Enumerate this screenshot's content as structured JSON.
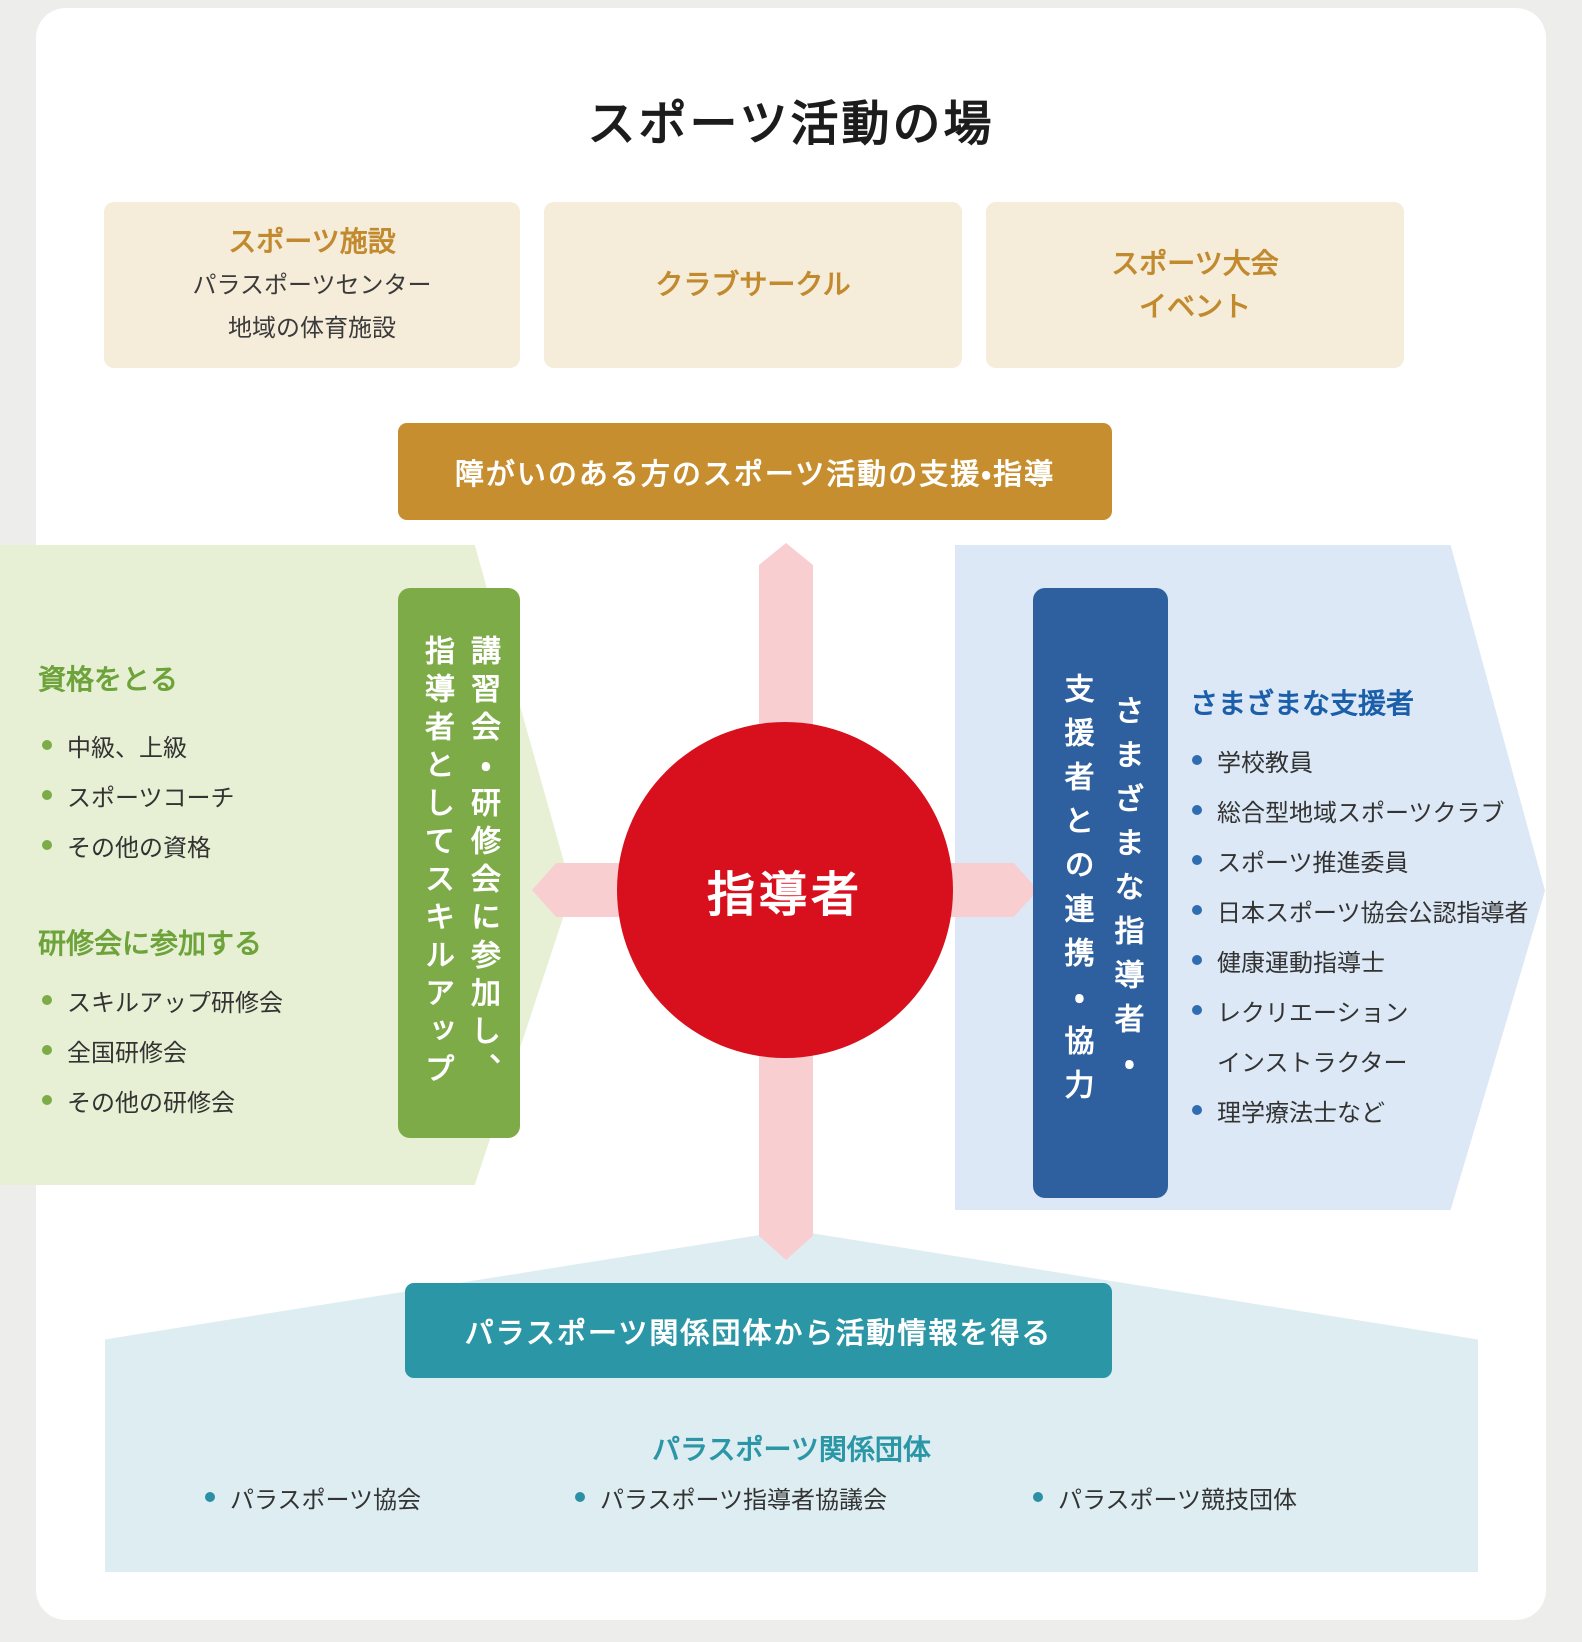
{
  "title": "スポーツ活動の場",
  "colors": {
    "gold_accent": "#c28a2e",
    "gold_banner": "#c68e2e",
    "beige_box": "#f5ecda",
    "light_green_panel": "#e7f0d4",
    "green_banner": "#7cab47",
    "green_heading": "#6ea33c",
    "red_circle": "#d8101e",
    "pink_arrow": "#f8ced1",
    "light_blue_panel": "#dce8f6",
    "blue_banner": "#2e5f9f",
    "blue_heading": "#1b5ea9",
    "teal_banner": "#2b96a6",
    "light_teal_panel": "#ddedf2"
  },
  "top_boxes": [
    {
      "title_lines": [
        "スポーツ施設"
      ],
      "body_lines": [
        "パラスポーツセンター",
        "地域の体育施設"
      ]
    },
    {
      "title_lines": [
        "クラブサークル"
      ],
      "body_lines": []
    },
    {
      "title_lines": [
        "スポーツ大会",
        "イベント"
      ],
      "body_lines": []
    }
  ],
  "support_banner": "障がいのある方のスポーツ活動の支援・指導",
  "left_panel": {
    "sections": [
      {
        "heading": "資格をとる",
        "items": [
          "中級、上級",
          "スポーツコーチ",
          "その他の資格"
        ]
      },
      {
        "heading": "研修会に参加する",
        "items": [
          "スキルアップ研修会",
          "全国研修会",
          "その他の研修会"
        ]
      }
    ],
    "vertical_banner_lines": [
      "講習会・研修会に参加し、",
      "指導者としてスキルアップ"
    ]
  },
  "center_circle": "指導者",
  "right_panel": {
    "vertical_banner_lines": [
      "さまざまな指導者・",
      "支援者との連携・協力"
    ],
    "heading": "さまざまな支援者",
    "items": [
      "学校教員",
      "総合型地域スポーツクラブ",
      "スポーツ推進委員",
      "日本スポーツ協会公認指導者",
      "健康運動指導士",
      "レクリエーション",
      "インストラクター",
      "理学療法士など"
    ]
  },
  "info_banner": "パラスポーツ関係団体から活動情報を得る",
  "bottom_panel": {
    "heading": "パラスポーツ関係団体",
    "items": [
      "パラスポーツ協会",
      "パラスポーツ指導者協議会",
      "パラスポーツ競技団体"
    ]
  }
}
